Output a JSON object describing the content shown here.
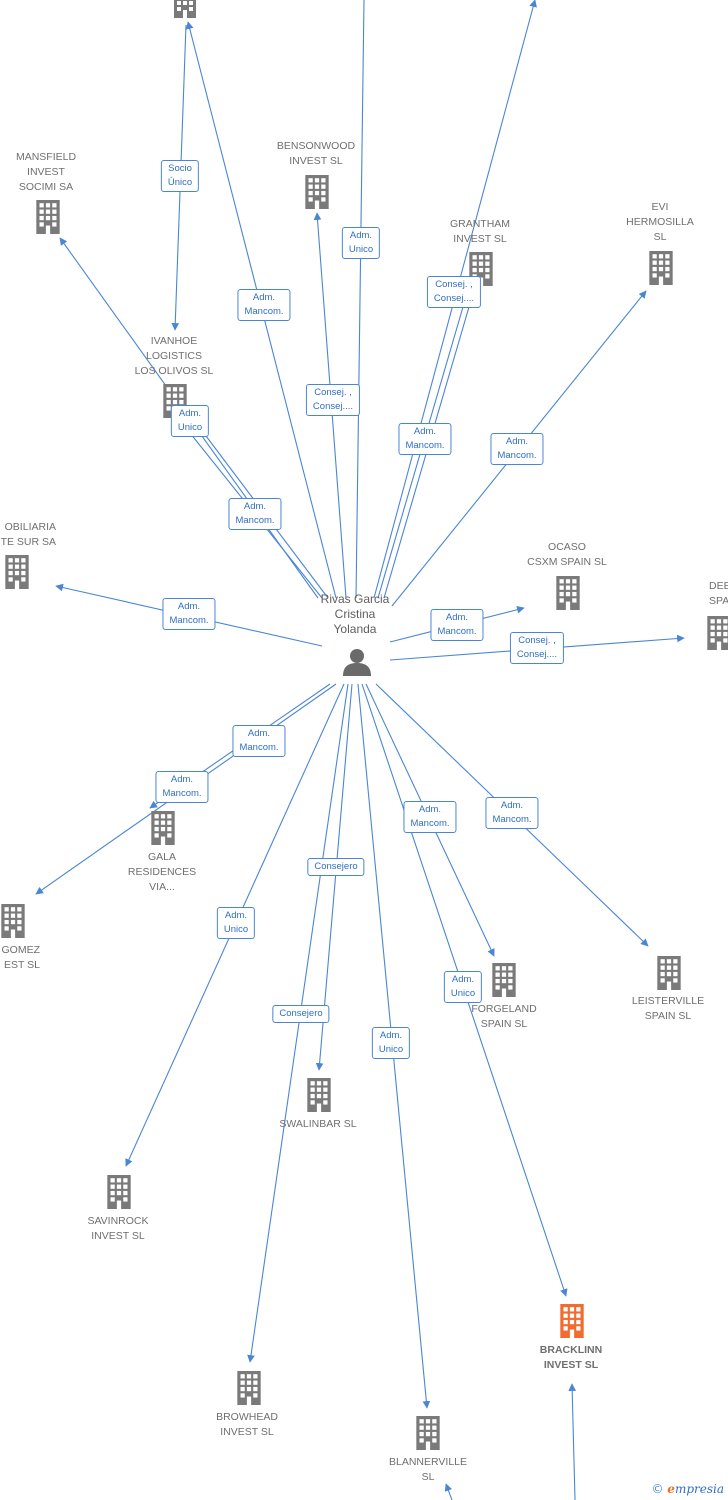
{
  "colors": {
    "edge": "#4a86d4",
    "building": "#7a7a7a",
    "building_highlight": "#f26b2f",
    "person": "#6a6a6a",
    "label": "#6f6f6f"
  },
  "person": {
    "label": "Rivas Garcia\nCristina\nYolanda",
    "icon": "person-icon"
  },
  "nodes": [
    {
      "id": "top-left",
      "label": ""
    },
    {
      "id": "mansfield",
      "label": "MANSFIELD\nINVEST\nSOCIMI SA"
    },
    {
      "id": "bensonwood",
      "label": "BENSONWOOD\nINVEST SL"
    },
    {
      "id": "grantham",
      "label": "GRANTHAM\nINVEST SL"
    },
    {
      "id": "evi",
      "label": "EVI\nHERMOSILLA\nSL"
    },
    {
      "id": "ivanhoe",
      "label": "IVANHOE\nLOGISTICS\nLOS OLIVOS SL"
    },
    {
      "id": "inmobiliaria",
      "label": "OBILIARIA\nTE SUR SA"
    },
    {
      "id": "ocaso",
      "label": "OCASO\nCSXM SPAIN SL"
    },
    {
      "id": "deermo",
      "label": "DEERMO\nSPAIN"
    },
    {
      "id": "gala",
      "label": "GALA\nRESIDENCES\nVIA..."
    },
    {
      "id": "gomez",
      "label": "GOMEZ\nEST SL"
    },
    {
      "id": "forgeland",
      "label": "FORGELAND\nSPAIN SL"
    },
    {
      "id": "leisterville",
      "label": "LEISTERVILLE\nSPAIN SL"
    },
    {
      "id": "swalinbar",
      "label": "SWALINBAR SL"
    },
    {
      "id": "savinrock",
      "label": "SAVINROCK\nINVEST SL"
    },
    {
      "id": "bracklinn",
      "label": "BRACKLINN\nINVEST SL"
    },
    {
      "id": "browhead",
      "label": "BROWHEAD\nINVEST SL"
    },
    {
      "id": "blannerville",
      "label": "BLANNERVILLE\nSL"
    }
  ],
  "relations": [
    {
      "id": "socio-unico",
      "label": "Socio\nÚnico"
    },
    {
      "id": "adm-unico-1",
      "label": "Adm.\nUnico"
    },
    {
      "id": "consej-grantham",
      "label": "Consej. ,\nConsej...."
    },
    {
      "id": "adm-mancom-top",
      "label": "Adm.\nMancom."
    },
    {
      "id": "consej-bensonwood",
      "label": "Consej. ,\nConsej...."
    },
    {
      "id": "adm-unico-ivanhoe",
      "label": "Adm.\nUnico"
    },
    {
      "id": "adm-mancom-grantham",
      "label": "Adm.\nMancom."
    },
    {
      "id": "adm-mancom-evi",
      "label": "Adm.\nMancom."
    },
    {
      "id": "adm-mancom-mansfield",
      "label": "Adm.\nMancom."
    },
    {
      "id": "adm-mancom-inmob",
      "label": "Adm.\nMancom."
    },
    {
      "id": "adm-mancom-ocaso",
      "label": "Adm.\nMancom."
    },
    {
      "id": "consej-deermo",
      "label": "Consej. ,\nConsej...."
    },
    {
      "id": "adm-mancom-gala",
      "label": "Adm.\nMancom."
    },
    {
      "id": "adm-mancom-gomez",
      "label": "Adm.\nMancom."
    },
    {
      "id": "adm-mancom-forgeland",
      "label": "Adm.\nMancom."
    },
    {
      "id": "adm-mancom-leisterville",
      "label": "Adm.\nMancom."
    },
    {
      "id": "consejero-swalinbar",
      "label": "Consejero"
    },
    {
      "id": "adm-unico-savinrock",
      "label": "Adm.\nUnico"
    },
    {
      "id": "consejero-browhead",
      "label": "Consejero"
    },
    {
      "id": "adm-unico-blannerville",
      "label": "Adm.\nUnico"
    },
    {
      "id": "adm-unico-bracklinn",
      "label": "Adm.\nUnico"
    }
  ],
  "watermark": {
    "copyright": "©",
    "brand_initial": "e",
    "brand_rest": "mpresia"
  }
}
